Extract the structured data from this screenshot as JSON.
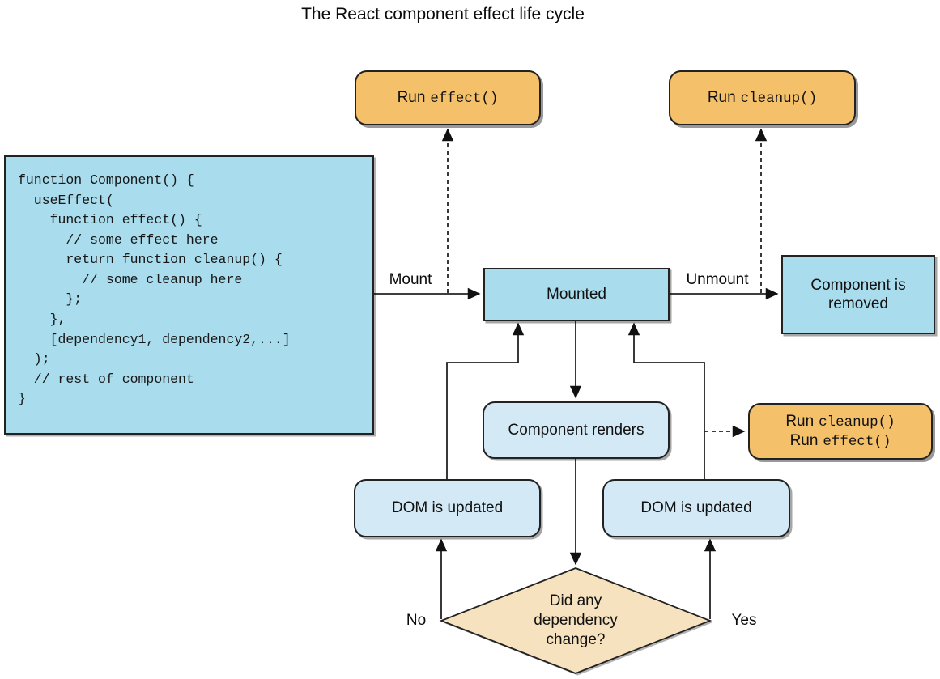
{
  "title": "The React component effect life cycle",
  "code_box": {
    "lines": [
      "function Component() {",
      "  useEffect(",
      "    function effect() {",
      "      // some effect here",
      "      return function cleanup() {",
      "        // some cleanup here",
      "      };",
      "    },",
      "    [dependency1, dependency2,...]",
      "  );",
      "  // rest of component",
      "}"
    ]
  },
  "nodes": {
    "run_effect": {
      "prefix": "Run",
      "code": "effect()"
    },
    "run_cleanup": {
      "prefix": "Run",
      "code": "cleanup()"
    },
    "mounted": {
      "label": "Mounted"
    },
    "component_removed": {
      "label": "Component is removed"
    },
    "component_renders": {
      "label": "Component renders"
    },
    "dom_updated_left": {
      "label": "DOM is updated"
    },
    "dom_updated_right": {
      "label": "DOM is updated"
    },
    "run_cleanup_effect": {
      "line1": {
        "prefix": "Run",
        "code": "cleanup()"
      },
      "line2": {
        "prefix": "Run",
        "code": "effect()"
      }
    },
    "decision": {
      "lines": [
        "Did any",
        "dependency",
        "change?"
      ]
    }
  },
  "edge_labels": {
    "mount": "Mount",
    "unmount": "Unmount",
    "no": "No",
    "yes": "Yes"
  },
  "colors": {
    "node_blue": "#a9dcec",
    "node_blue_light": "#d3e9f6",
    "node_orange": "#f4c06a",
    "decision_tan": "#f6e2be",
    "line": "#222222"
  }
}
